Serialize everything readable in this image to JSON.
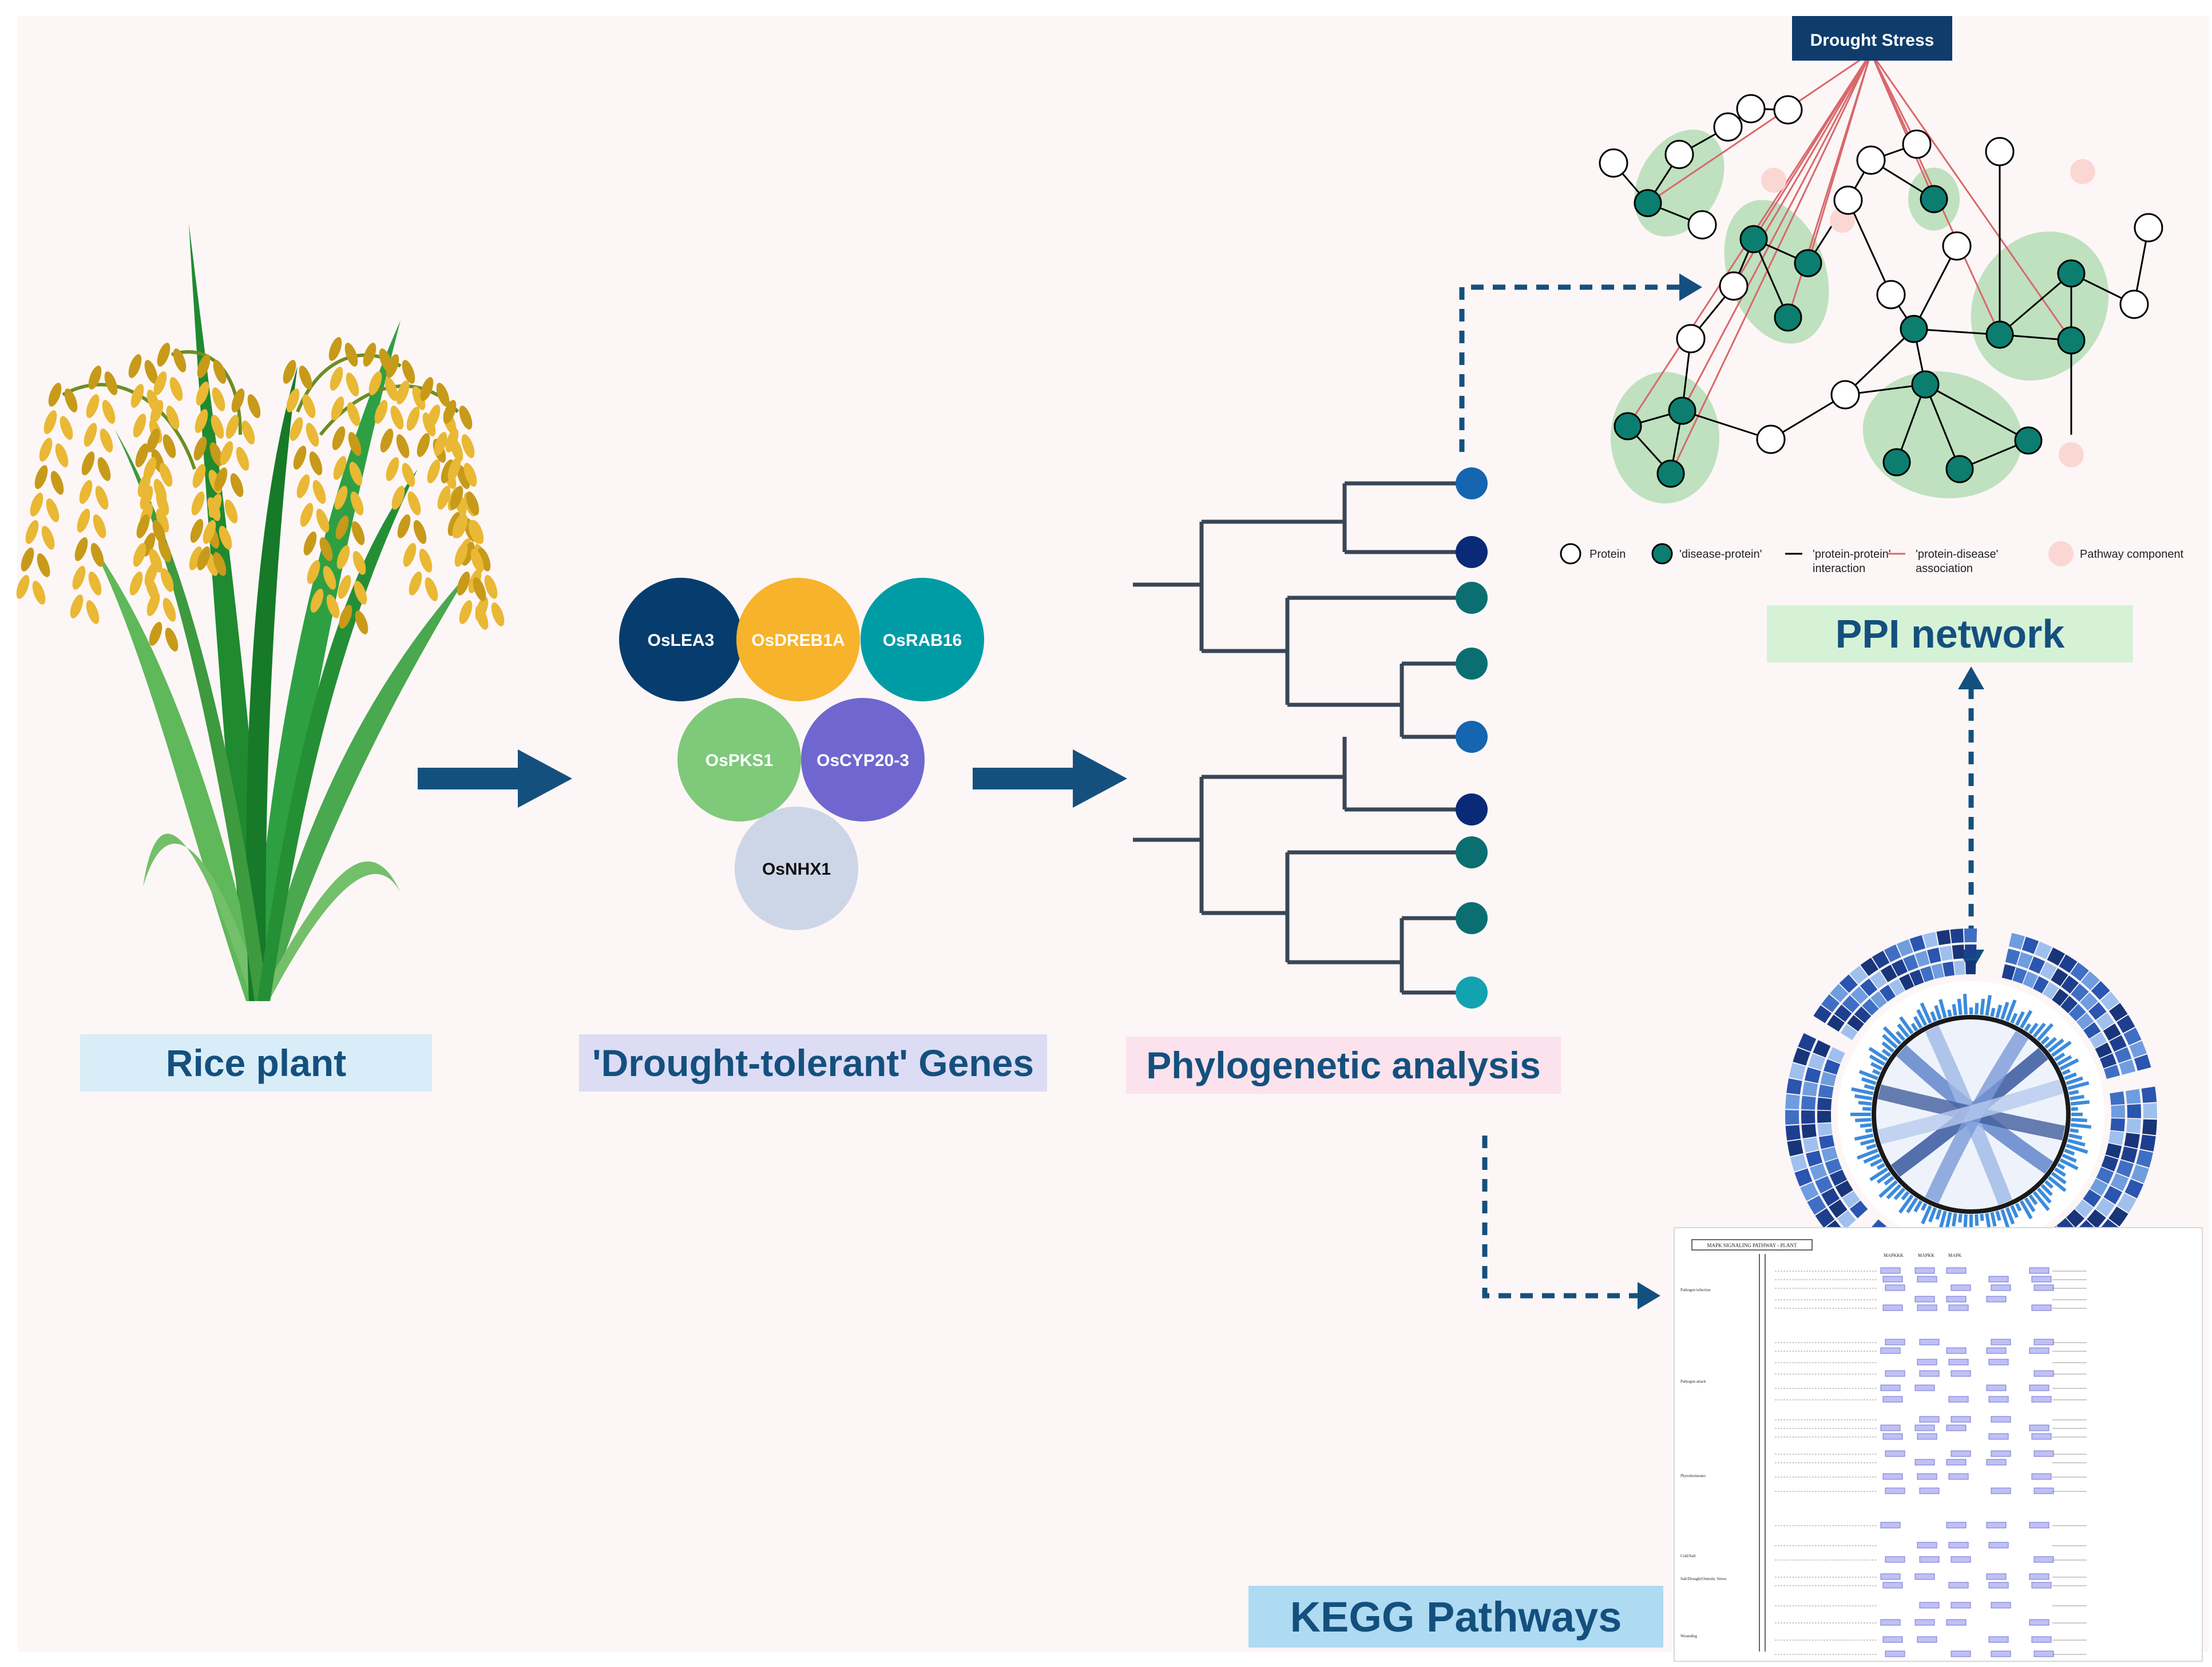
{
  "labels": {
    "rice_plant": "Rice plant",
    "drought_tolerant_genes": "'Drought-tolerant' Genes",
    "phylogenetic_analysis": "Phylogenetic analysis",
    "ppi_network": "PPI network",
    "kegg_pathways": "KEGG Pathways"
  },
  "drought_stress": "Drought Stress",
  "genes": [
    {
      "name": "OsLEA3",
      "color": "#063d6e"
    },
    {
      "name": "OsDREB1A",
      "color": "#f7b32b"
    },
    {
      "name": "OsRAB16",
      "color": "#009ca6"
    },
    {
      "name": "OsPKS1",
      "color": "#7ec97a"
    },
    {
      "name": "OsCYP20-3",
      "color": "#6f67cf"
    },
    {
      "name": "OsNHX1",
      "color": "#cdd6e7"
    }
  ],
  "legend": {
    "protein": "Protein",
    "disease_protein": "'disease-protein'",
    "ppi_line1": "'protein-protein'",
    "ppi_line2": "interaction",
    "pd_line1": "'protein-disease'",
    "pd_line2": "association",
    "pathway": "Pathway component"
  },
  "kegg": {
    "title": "MAPK SIGNALING PATHWAY - PLANT",
    "col_mapkkk": "MAPKKK",
    "col_mapkk": "MAPKK",
    "col_mapk": "MAPK",
    "rows": [
      "Pathogen infection",
      "Pathogen attack",
      "Phytohormones",
      "Cold/Salt",
      "Salt/Drought/Osmotic Stress",
      "Wounding"
    ]
  },
  "colors": {
    "background": "#fdf6f6",
    "arrow": "#14507e",
    "tree": "#3a4656",
    "green_cluster": "#8ccf93",
    "disease_protein": "#0b7e70",
    "pd_line": "#d9686c",
    "pathway_component": "#fbd7d3",
    "circos": "#3f6fc4",
    "kegg_box": "#bfc0f5"
  }
}
